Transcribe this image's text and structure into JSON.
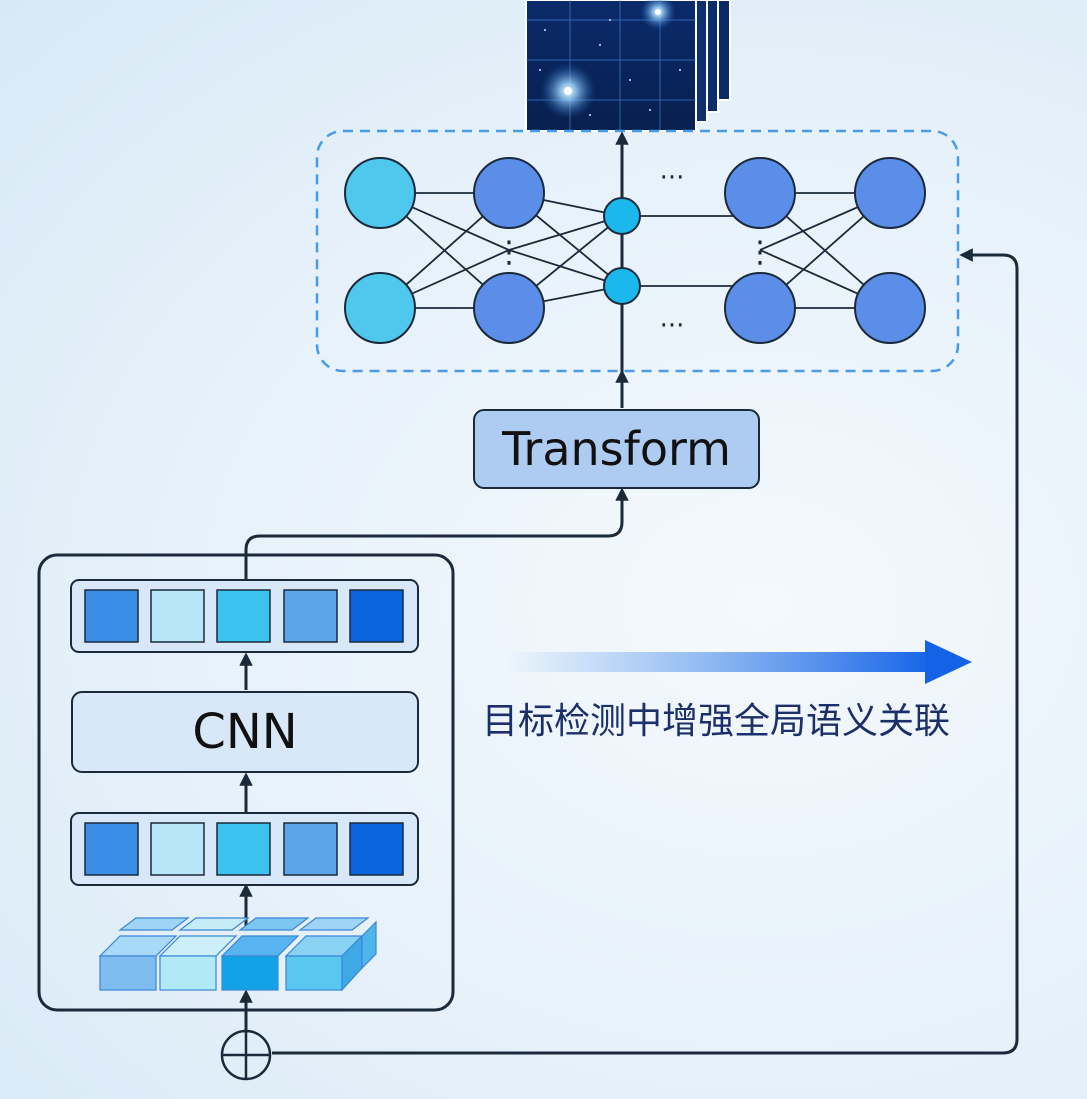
{
  "diagram": {
    "transform_label": "Transform",
    "cnn_label": "CNN",
    "caption": "目标检测中增强全局语义关联",
    "ellipsis": "···",
    "vertical_ellipsis": "⋮"
  },
  "colors": {
    "stroke": "#1b2a3a",
    "dashed_border": "#4a9be3",
    "node_input": "#4fc8ee",
    "node_hidden": "#5b8ee8",
    "node_mid": "#1bb8ee",
    "box_fill": "#d8e8f8",
    "transform_fill": "#aecbf2",
    "feature_cells": [
      "#3a8ee6",
      "#b6e6f7",
      "#3bc2ef",
      "#5aa6e9",
      "#0a63df"
    ],
    "arrow": "#1f6fe6"
  }
}
